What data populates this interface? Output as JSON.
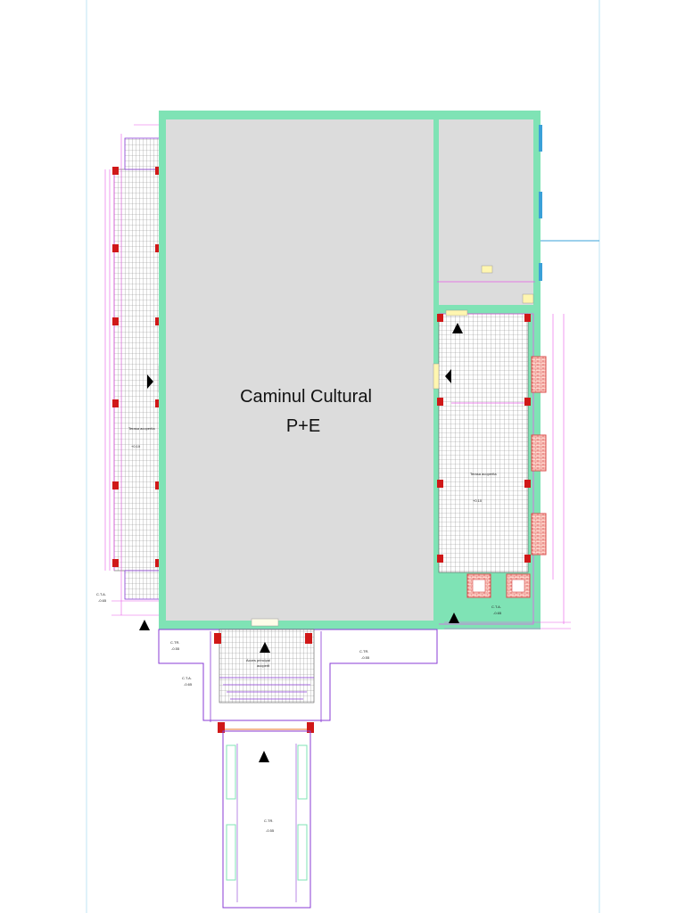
{
  "building": {
    "title_line1": "Caminul Cultural",
    "title_line2": "P+E"
  },
  "terraces": {
    "left": {
      "label": "Terasa acoperita",
      "level": "+0.10"
    },
    "right": {
      "label": "Terasa acoperita",
      "level": "+0.10"
    }
  },
  "entrance": {
    "label": "Acces principal",
    "sublabel": "acoperit"
  },
  "levels": {
    "cta_left": {
      "name": "C.T.A.",
      "value": "-0.65"
    },
    "ctr_mid": {
      "name": "C.TR.",
      "value": "-0.55"
    },
    "cta_mid": {
      "name": "C.T.A.",
      "value": "-0.65"
    },
    "ctr_right": {
      "name": "C.TR.",
      "value": "-0.55"
    },
    "cta_right": {
      "name": "C.T.A.",
      "value": "-0.65"
    },
    "ctr_bottom": {
      "name": "C.TR.",
      "value": "-0.55"
    }
  },
  "colors": {
    "wall": "#7fe3b5",
    "floor": "#dcdcdc",
    "dimension": "#e85ae8",
    "column": "#d01818",
    "outline": "#8a3bd6",
    "brick": "#d84a4a",
    "guide": "#bfe6f4",
    "grid": "#9a9a9a"
  },
  "icons": [
    "north-arrow-icon",
    "section-marker-icon"
  ]
}
